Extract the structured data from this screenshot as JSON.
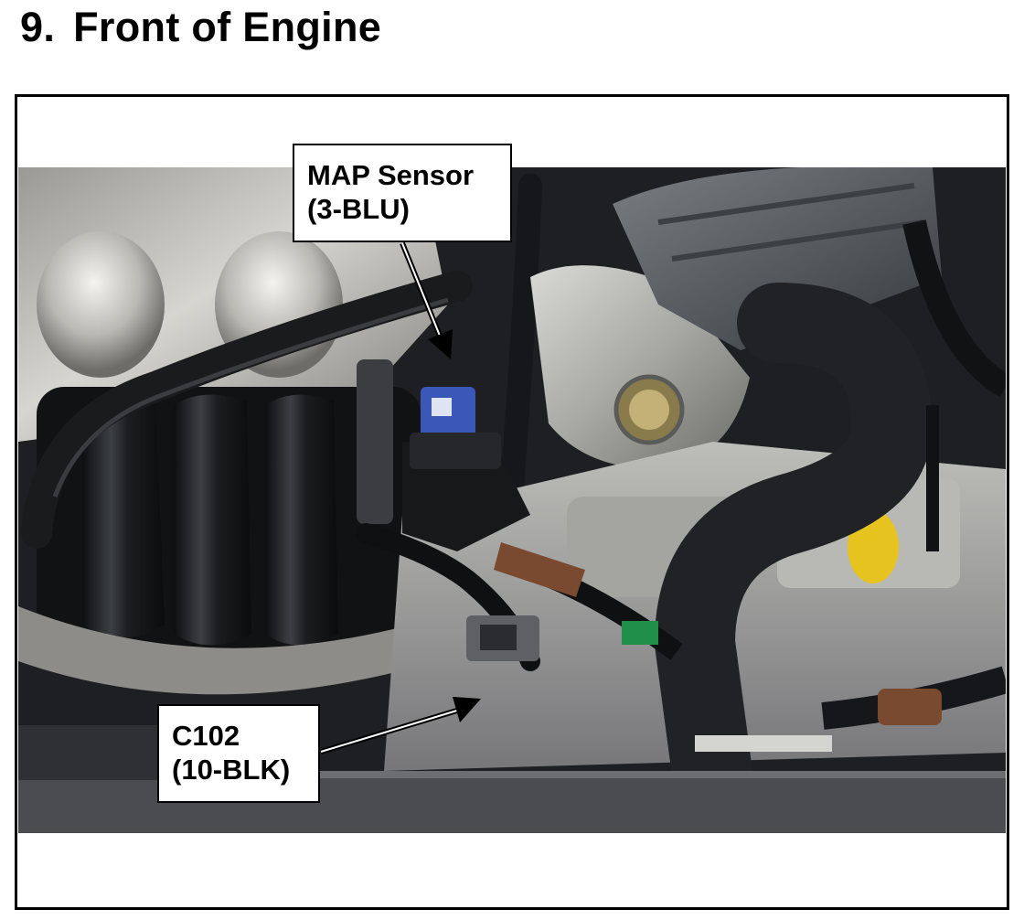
{
  "page": {
    "title_number": "9.",
    "title_text": "Front of Engine"
  },
  "photo": {
    "subject": "engine-bay-photo"
  },
  "callouts": {
    "map_sensor": {
      "line1": "MAP Sensor",
      "line2": "(3-BLU)"
    },
    "c102": {
      "line1": "C102",
      "line2": "(10-BLK)"
    }
  },
  "colors": {
    "connector_blue": "#3b57b8",
    "connector_brown": "#7a4a30",
    "hose_black": "#1a1b1d",
    "manifold_silver": "#c9c8c3",
    "intake_gray": "#5a5e63"
  }
}
